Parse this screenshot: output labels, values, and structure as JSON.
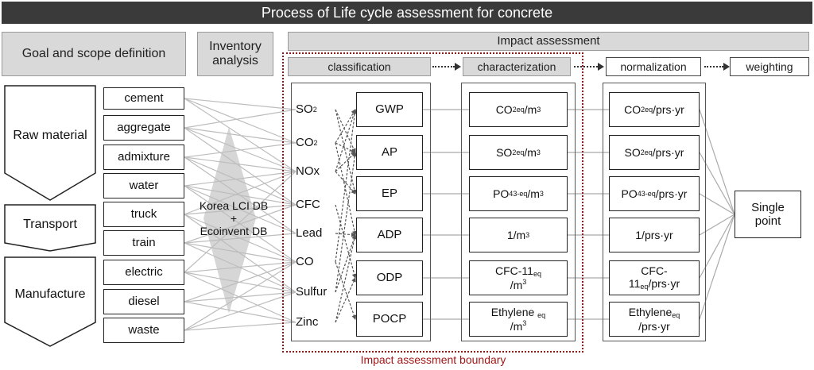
{
  "title": "Process of Life cycle assessment for concrete",
  "headers": {
    "goal": "Goal and scope definition",
    "inventory": "Inventory analysis",
    "impact": "Impact assessment",
    "classification": "classification",
    "characterization": "characterization",
    "normalization": "normalization",
    "weighting": "weighting"
  },
  "stages": {
    "raw": "Raw material",
    "transport": "Transport",
    "manufacture": "Manufacture"
  },
  "inputs": [
    "cement",
    "aggregate",
    "admixture",
    "water",
    "truck",
    "train",
    "electric",
    "diesel",
    "waste"
  ],
  "database": {
    "line1": "Korea LCI DB",
    "plus": "+",
    "line2": "Ecoinvent DB"
  },
  "substances": [
    "SO2",
    "CO2",
    "NOx",
    "CFC",
    "Lead",
    "CO",
    "Sulfur",
    "Zinc"
  ],
  "categories": [
    "GWP",
    "AP",
    "EP",
    "ADP",
    "ODP",
    "POCP"
  ],
  "characterization": [
    {
      "main": "CO",
      "sub": "2eq",
      "tail": "/m",
      "sup": "3"
    },
    {
      "main": "SO",
      "sub": "2eq",
      "tail": "/m",
      "sup": "3"
    },
    {
      "main": "PO",
      "sub": "4",
      "sup1": "3-",
      "sub2": "eq",
      "tail": "/m",
      "sup": "3"
    },
    {
      "main": "1/m",
      "sup": "3"
    },
    {
      "line1": "CFC-11",
      "sub": "eq",
      "line2": "/m",
      "sup": "3"
    },
    {
      "line1": "Ethylene ",
      "sub": "eq",
      "line2": "/m",
      "sup": "3"
    }
  ],
  "normalization": [
    {
      "main": "CO",
      "sub": "2eq",
      "tail": "/prs·yr"
    },
    {
      "main": "SO",
      "sub": "2eq",
      "tail": "/prs·yr"
    },
    {
      "main": "PO",
      "sub": "4",
      "sup1": "3-",
      "sub2": "eq",
      "tail": "/prs·yr"
    },
    {
      "main": "1/prs·yr"
    },
    {
      "line1": "CFC-",
      "line2a": "11",
      "sub": "eq",
      "line2": "/prs·yr"
    },
    {
      "line1": "Ethylene",
      "sub": "eq",
      "line2": "/prs·yr"
    }
  ],
  "weighting_result": "Single point",
  "boundary_label": "Impact assessment boundary",
  "colors": {
    "title_bg": "#3a3a3a",
    "header_bg": "#d9d9d9",
    "boundary": "#8b1a1a",
    "lines": "#bdbdbd"
  }
}
